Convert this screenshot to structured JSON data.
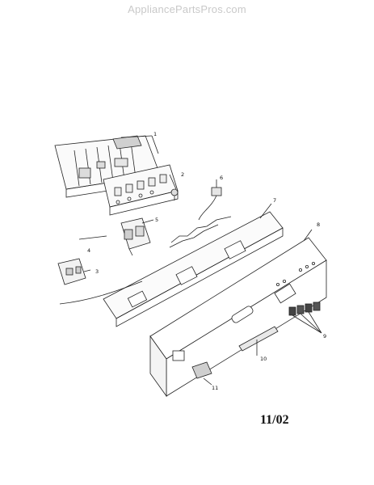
{
  "watermark": "AppliancePartsPros.com",
  "date_code": "11/02",
  "callouts": [
    "1",
    "2",
    "3",
    "4",
    "5",
    "6",
    "7",
    "8",
    "9",
    "10",
    "11"
  ],
  "colors": {
    "ink": "#111111",
    "watermark": "#c9c9c9",
    "paper": "#ffffff"
  }
}
